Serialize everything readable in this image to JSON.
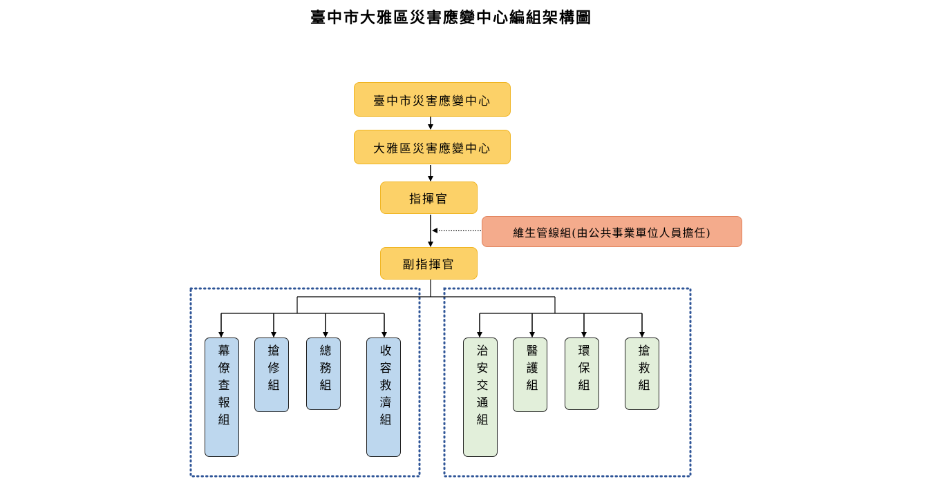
{
  "title": "臺中市大雅區災害應變中心編組架構圖",
  "chain": {
    "city_center": "臺中市災害應變中心",
    "district_center": "大雅區災害應變中心",
    "commander": "指揮官",
    "deputy_commander": "副指揮官"
  },
  "lifeline_group": "維生管線組(由公共事業單位人員擔任)",
  "left_groups": [
    "幕僚查報組",
    "搶修組",
    "總務組",
    "收容救濟組"
  ],
  "right_groups": [
    "治安交通組",
    "醫護組",
    "環保組",
    "搶救組"
  ],
  "colors": {
    "chain_fill": "#fcd168",
    "chain_border": "#f0b420",
    "lifeline_fill": "#f4ab8c",
    "left_group_fill": "#bdd7ee",
    "right_group_fill": "#e2efda",
    "dotted_frame": "#2f5597"
  }
}
